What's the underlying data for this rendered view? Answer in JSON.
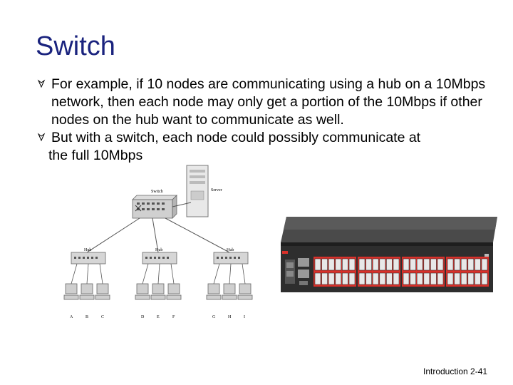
{
  "slide": {
    "title": "Switch",
    "bullets": [
      {
        "icon": "diamond-arrow-bullet-icon",
        "text": "For example, if 10 nodes are communicating using a hub on a 10Mbps network, then each node may only get a portion of the 10Mbps if other nodes on the hub want to communicate as well."
      },
      {
        "icon": "diamond-arrow-bullet-icon",
        "text_line1": "But with a switch, each node could possibly communicate at",
        "text_line2": "the full 10Mbps"
      }
    ],
    "footer": "Introduction 2-41"
  },
  "diagram": {
    "switch_label": "Switch",
    "server_label": "Server",
    "hub_labels": [
      "Hub",
      "Hub",
      "Hub"
    ],
    "node_labels": [
      "A",
      "B",
      "C",
      "D",
      "E",
      "F",
      "G",
      "H",
      "I"
    ]
  },
  "colors": {
    "title": "#1a237e",
    "device_body": "#3a3a3a",
    "port_red": "#d9302a"
  }
}
